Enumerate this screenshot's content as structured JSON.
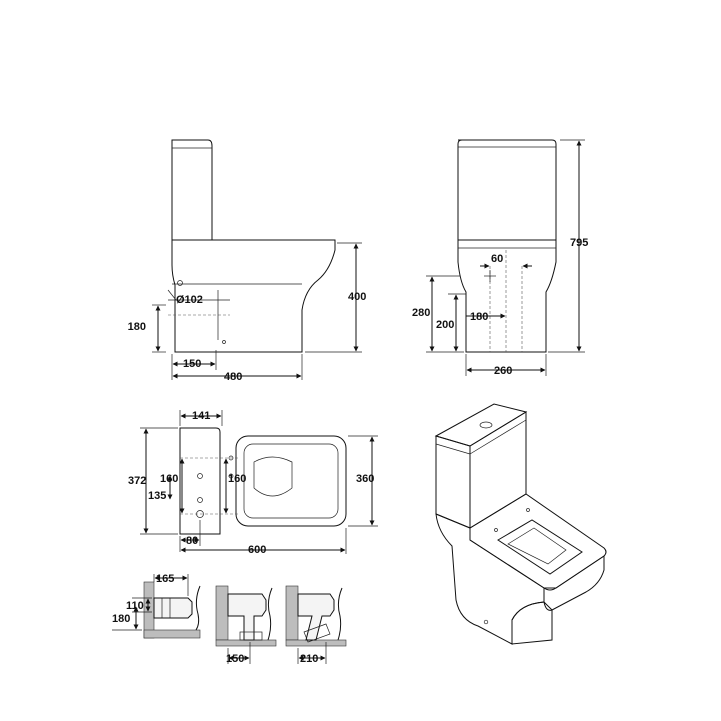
{
  "dimensions": {
    "side_dia_pipe": "Ø102",
    "side_height_180": "180",
    "side_height_400": "400",
    "side_depth_150": "150",
    "side_depth_480": "480",
    "front_gap_60": "60",
    "front_height_795": "795",
    "front_height_280": "280",
    "front_height_200": "200",
    "front_width_180": "180",
    "front_width_260": "260",
    "plan_width_141": "141",
    "plan_width_372": "372",
    "plan_hole_160_left": "160",
    "plan_hole_160_right": "160",
    "plan_hole_135": "135",
    "plan_width_360": "360",
    "plan_depth_80": "80",
    "plan_depth_600": "600",
    "install_165": "165",
    "install_110": "110",
    "install_180": "180",
    "install_150": "150",
    "install_210": "210"
  },
  "colors": {
    "line": "#111111",
    "wall": "#bdbdbd",
    "background": "#ffffff"
  }
}
